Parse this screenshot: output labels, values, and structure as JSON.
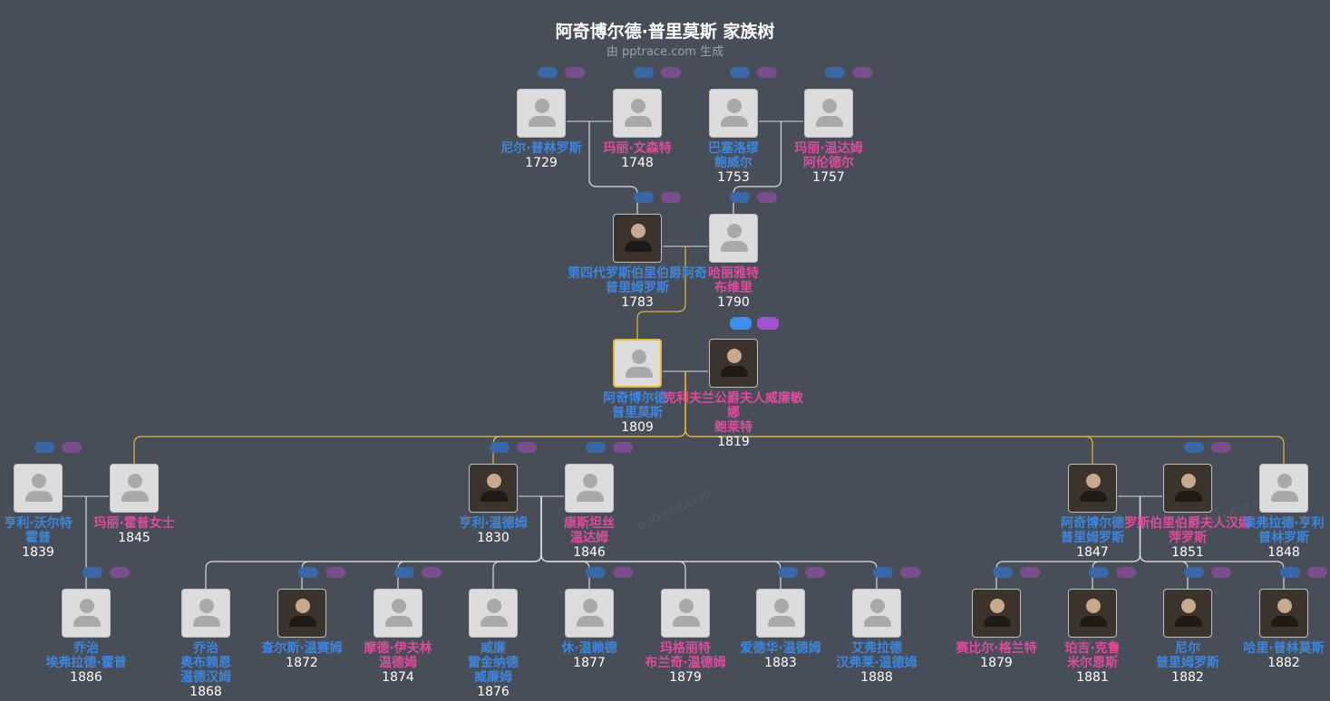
{
  "title": "阿奇博尔德·普里莫斯 家族树",
  "subtitle": "由 pptrace.com 生成",
  "watermark": "pptrace.com",
  "colors": {
    "male": "#3b86e0",
    "female": "#e04a9e",
    "line": "#d9d9d9",
    "highlight": "#e8b930"
  },
  "people": [
    {
      "id": "p1",
      "name": [
        "尼尔·普林罗斯"
      ],
      "year": "1729",
      "gender": "m",
      "photo": "avatar-placeholder"
    },
    {
      "id": "p2",
      "name": [
        "玛丽·文森特"
      ],
      "year": "1748",
      "gender": "f",
      "photo": "avatar-placeholder"
    },
    {
      "id": "p3",
      "name": [
        "巴塞洛缪",
        "鲍威尔"
      ],
      "year": "1753",
      "gender": "m",
      "photo": "avatar-placeholder"
    },
    {
      "id": "p4",
      "name": [
        "玛丽·温达姆",
        "阿伦德尔"
      ],
      "year": "1757",
      "gender": "f",
      "photo": "avatar-placeholder"
    },
    {
      "id": "p5",
      "name": [
        "第四代罗斯伯里伯爵阿奇",
        "普里姆罗斯"
      ],
      "year": "1783",
      "gender": "m",
      "photo": "portrait-photo"
    },
    {
      "id": "p6",
      "name": [
        "哈丽雅特",
        "布维里"
      ],
      "year": "1790",
      "gender": "f",
      "photo": "avatar-placeholder"
    },
    {
      "id": "p7",
      "name": [
        "阿奇博尔德·",
        "普里莫斯"
      ],
      "year": "1809",
      "gender": "m",
      "photo": "avatar-placeholder",
      "selected": true
    },
    {
      "id": "p8",
      "name": [
        "克利夫兰公爵夫人威廉敏娜",
        "鲍莱特"
      ],
      "year": "1819",
      "gender": "f",
      "photo": "portrait-photo"
    },
    {
      "id": "p9",
      "name": [
        "亨利·沃尔特",
        "霍普"
      ],
      "year": "1839",
      "gender": "m",
      "photo": "avatar-placeholder"
    },
    {
      "id": "p10",
      "name": [
        "玛丽·霍普女士"
      ],
      "year": "1845",
      "gender": "f",
      "photo": "avatar-placeholder"
    },
    {
      "id": "p11",
      "name": [
        "亨利·温德姆"
      ],
      "year": "1830",
      "gender": "m",
      "photo": "portrait-photo"
    },
    {
      "id": "p12",
      "name": [
        "康斯坦丝",
        "温达姆"
      ],
      "year": "1846",
      "gender": "f",
      "photo": "avatar-placeholder"
    },
    {
      "id": "p13",
      "name": [
        "阿奇博尔德",
        "普里姆罗斯"
      ],
      "year": "1847",
      "gender": "m",
      "photo": "portrait-photo"
    },
    {
      "id": "p14",
      "name": [
        "罗斯伯里伯爵夫人汉娜",
        "萍罗斯"
      ],
      "year": "1851",
      "gender": "f",
      "photo": "portrait-photo"
    },
    {
      "id": "p15",
      "name": [
        "埃弗拉德·亨利",
        "普林罗斯"
      ],
      "year": "1848",
      "gender": "m",
      "photo": "avatar-placeholder"
    },
    {
      "id": "p16",
      "name": [
        "乔治",
        "埃弗拉德·霍普"
      ],
      "year": "1886",
      "gender": "m",
      "photo": "avatar-placeholder"
    },
    {
      "id": "p17",
      "name": [
        "乔治",
        "奥布赖恩",
        "温德汉姆"
      ],
      "year": "1868",
      "gender": "m",
      "photo": "avatar-placeholder"
    },
    {
      "id": "p18",
      "name": [
        "查尔斯·温赛姆"
      ],
      "year": "1872",
      "gender": "m",
      "photo": "portrait-photo"
    },
    {
      "id": "p19",
      "name": [
        "摩德·伊夫林",
        "温德姆"
      ],
      "year": "1874",
      "gender": "f",
      "photo": "avatar-placeholder"
    },
    {
      "id": "p20",
      "name": [
        "威廉",
        "雷金纳德",
        "威廉姆"
      ],
      "year": "1876",
      "gender": "m",
      "photo": "avatar-placeholder"
    },
    {
      "id": "p21",
      "name": [
        "休·温赖德"
      ],
      "year": "1877",
      "gender": "m",
      "photo": "avatar-placeholder"
    },
    {
      "id": "p22",
      "name": [
        "玛格丽特",
        "布兰奇·温德姆"
      ],
      "year": "1879",
      "gender": "f",
      "photo": "avatar-placeholder"
    },
    {
      "id": "p23",
      "name": [
        "爱德华·温德姆"
      ],
      "year": "1883",
      "gender": "m",
      "photo": "avatar-placeholder"
    },
    {
      "id": "p24",
      "name": [
        "艾弗拉德",
        "汉弗莱·温德姆"
      ],
      "year": "1888",
      "gender": "m",
      "photo": "avatar-placeholder"
    },
    {
      "id": "p25",
      "name": [
        "赛比尔·格兰特"
      ],
      "year": "1879",
      "gender": "f",
      "photo": "portrait-photo"
    },
    {
      "id": "p26",
      "name": [
        "珀吉·克鲁",
        "米尔恩斯"
      ],
      "year": "1881",
      "gender": "f",
      "photo": "portrait-photo"
    },
    {
      "id": "p27",
      "name": [
        "尼尔",
        "普里姆罗斯"
      ],
      "year": "1882",
      "gender": "m",
      "photo": "portrait-photo"
    },
    {
      "id": "p28",
      "name": [
        "哈里·普林莫斯"
      ],
      "year": "1882",
      "gender": "m",
      "photo": "portrait-photo"
    }
  ],
  "couples": [
    {
      "a": "p1",
      "b": "p2",
      "children": [
        "p5"
      ]
    },
    {
      "a": "p3",
      "b": "p4",
      "children": [
        "p6"
      ]
    },
    {
      "a": "p5",
      "b": "p6",
      "children": [
        "p7"
      ],
      "highlight": true
    },
    {
      "a": "p7",
      "b": "p8",
      "children": [
        "p10",
        "p11",
        "p13",
        "p15"
      ],
      "highlight": true
    },
    {
      "a": "p9",
      "b": "p10",
      "children": [
        "p16"
      ]
    },
    {
      "a": "p11",
      "b": "p12",
      "children": [
        "p17",
        "p18",
        "p19",
        "p20",
        "p21",
        "p22",
        "p23",
        "p24"
      ]
    },
    {
      "a": "p13",
      "b": "p14",
      "children": [
        "p25",
        "p26",
        "p27",
        "p28"
      ]
    }
  ]
}
